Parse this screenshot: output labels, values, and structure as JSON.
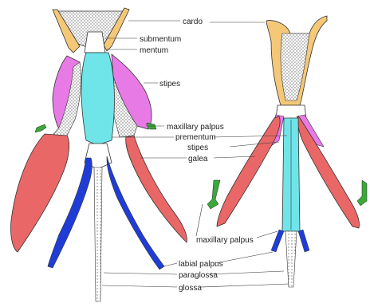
{
  "labels": {
    "cardo": "cardo",
    "submentum": "submentum",
    "mentum": "mentum",
    "stipes": "stipes",
    "maxillary_palpus": "maxillary palpus",
    "prementum": "prementum",
    "stipes_right": "stipes",
    "galea": "galea",
    "maxillary_palpus_right": "maxillary palpus",
    "labial_palpus": "labial palpus",
    "paraglossa": "paraglossa",
    "glossa": "glossa"
  },
  "colors": {
    "cardo": "#f5c878",
    "stipes": "#e87ae6",
    "galea": "#e96767",
    "prementum": "#6fe5ea",
    "labial_palpus": "#1f3dd6",
    "maxillary_palpus": "#3ba83b",
    "hatch": "#777777",
    "outline": "#333333"
  }
}
